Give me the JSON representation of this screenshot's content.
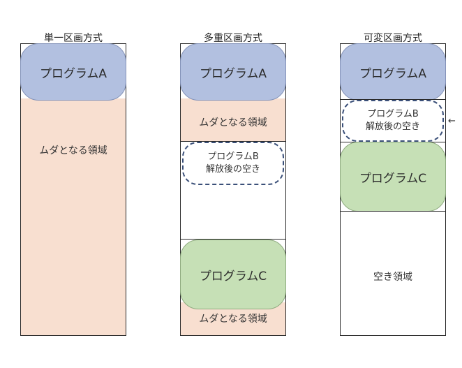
{
  "columns": {
    "single": {
      "title": "単一区画方式",
      "program_a": "プログラムA",
      "waste": "ムダとなる領域"
    },
    "multiple": {
      "title": "多重区画方式",
      "program_a": "プログラムA",
      "waste_top": "ムダとなる領域",
      "freed_line1": "プログラムB",
      "freed_line2": "解放後の空き",
      "program_c": "プログラムC",
      "waste_bottom": "ムダとなる領域"
    },
    "variable": {
      "title": "可変区画方式",
      "program_a": "プログラムA",
      "freed_line1": "プログラムB",
      "freed_line2": "解放後の空き",
      "program_c": "プログラムC",
      "free": "空き領域"
    }
  },
  "annotation": {
    "arrow": "←"
  },
  "colors": {
    "program_a": "#b2c0e0",
    "program_c": "#c6e0b6",
    "waste": "#f8dfd0",
    "freed_border": "#3b5079"
  }
}
